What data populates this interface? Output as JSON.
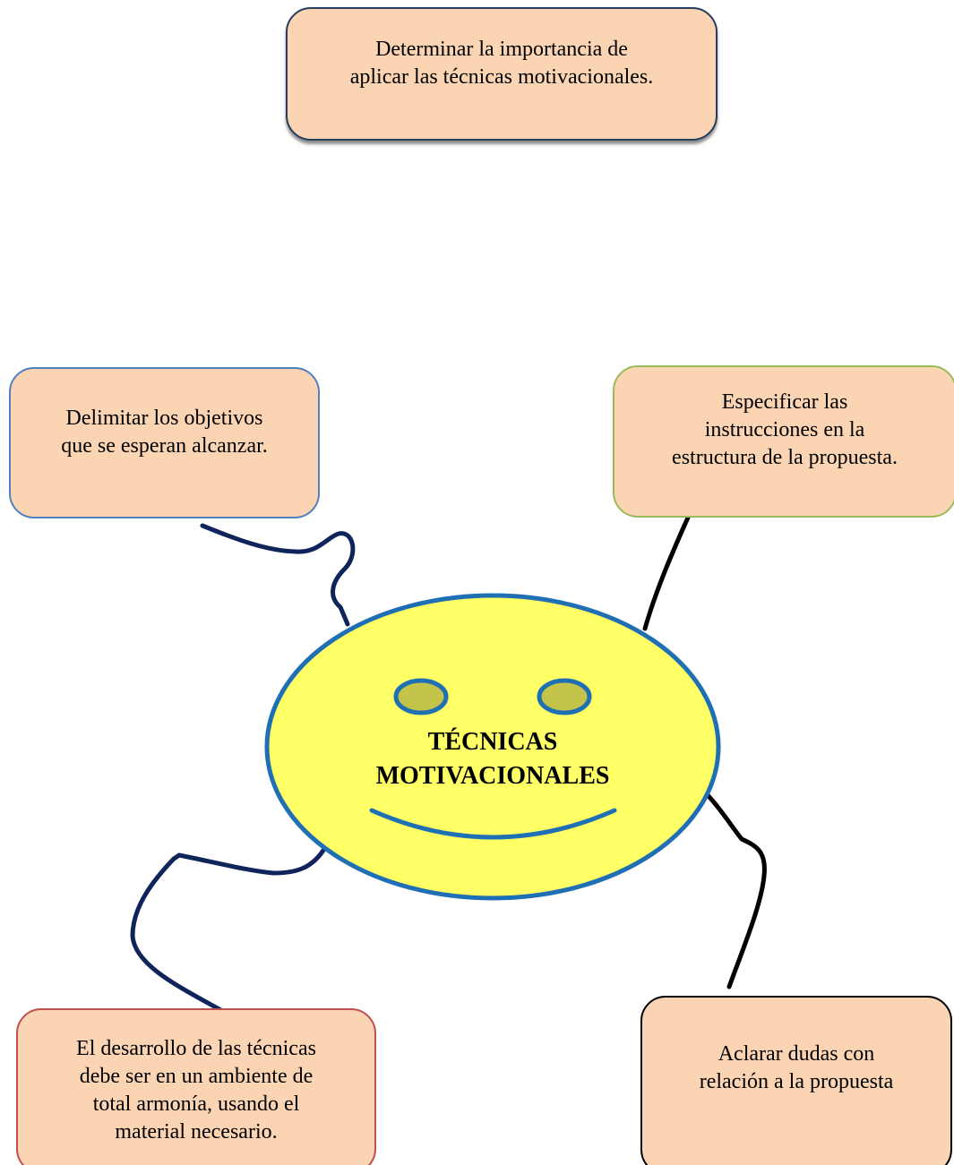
{
  "center": {
    "line1": "TÉCNICAS",
    "line2": "MOTIVACIONALES"
  },
  "nodes": {
    "top": {
      "lines": [
        "Determinar la importancia de",
        "aplicar las técnicas motivacionales."
      ]
    },
    "left": {
      "lines": [
        "Delimitar los objetivos",
        "que se esperan alcanzar."
      ]
    },
    "right": {
      "lines": [
        "Especificar las",
        "instrucciones en la",
        "estructura de la propuesta."
      ]
    },
    "bottom_left": {
      "lines": [
        "El desarrollo de las técnicas",
        "debe ser en un ambiente de",
        "total armonía, usando el",
        "material necesario."
      ]
    },
    "bottom_right": {
      "lines": [
        "Aclarar dudas con",
        "relación a la propuesta"
      ]
    }
  },
  "colors": {
    "box_fill": "#fbd4b4",
    "face_fill": "#ffff66",
    "face_outline": "#1f6fb5",
    "eye_fill": "#c4c44a",
    "connector_navy": "#10245c",
    "connector_black": "#000000"
  }
}
